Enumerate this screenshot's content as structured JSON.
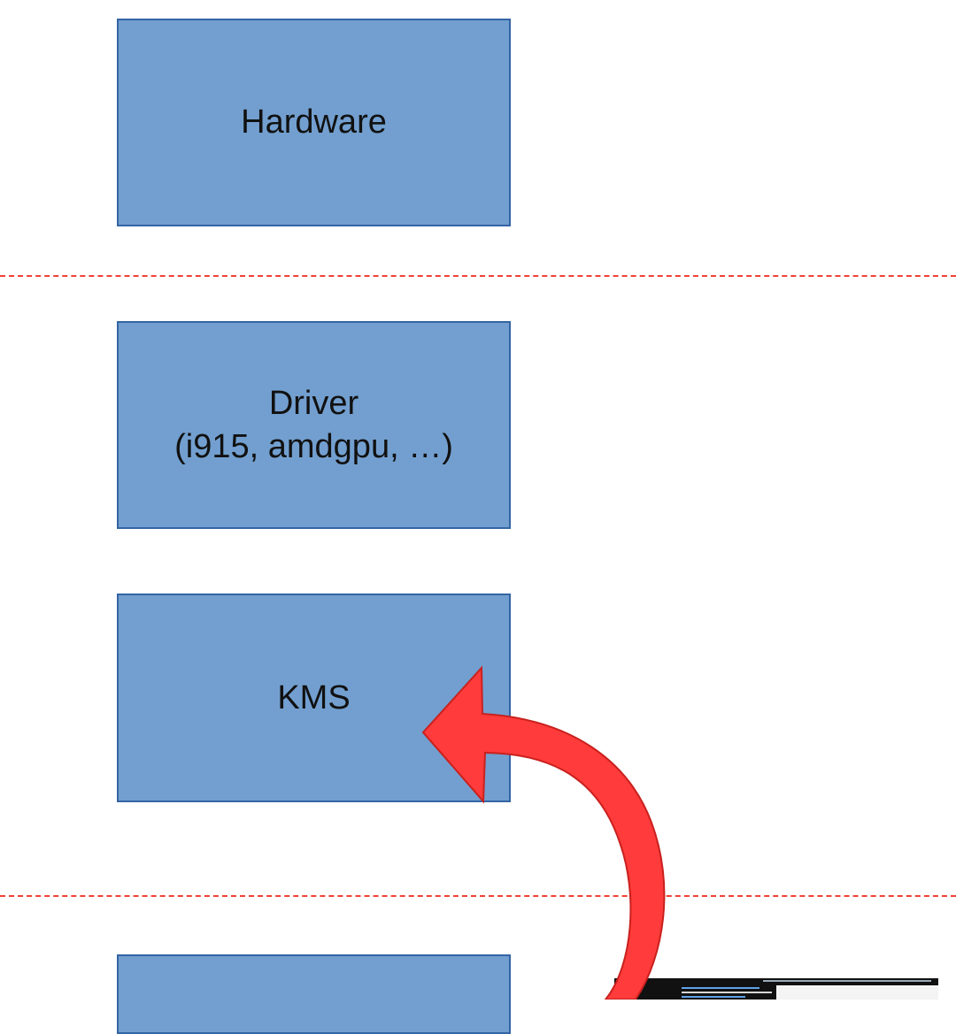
{
  "diagram": {
    "boxes": {
      "hardware": "Hardware",
      "driver_line1": "Driver",
      "driver_line2": "(i915, amdgpu, …)",
      "kms": "KMS",
      "bottom": ""
    },
    "colors": {
      "box_fill": "#729fcf",
      "box_border": "#3465a4",
      "separator": "#ef4135",
      "arrow_fill": "#ff3b3b",
      "arrow_stroke": "#c9211e"
    }
  }
}
